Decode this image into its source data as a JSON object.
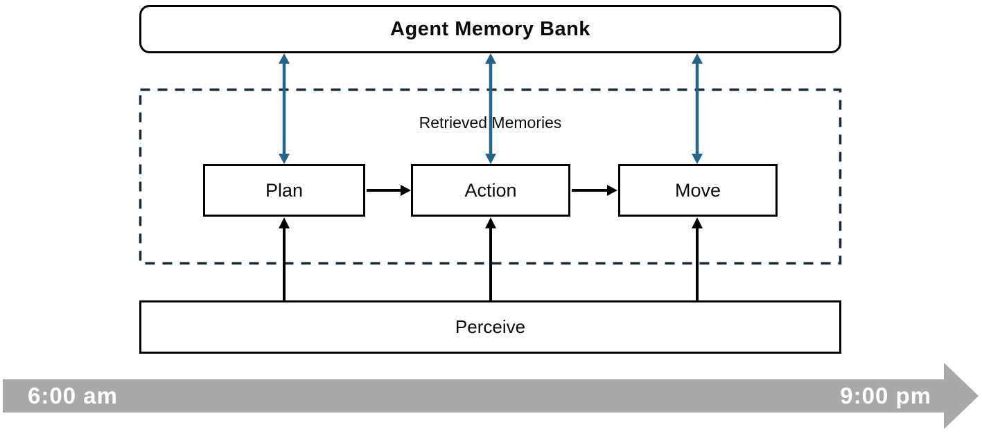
{
  "diagram": {
    "title_box": {
      "label": "Agent Memory Bank"
    },
    "retrieved_memories_label": "Retrieved Memories",
    "process_boxes": [
      {
        "label": "Plan"
      },
      {
        "label": "Action"
      },
      {
        "label": "Move"
      }
    ],
    "perceive_box": {
      "label": "Perceive"
    },
    "timeline": {
      "start_label": "6:00 am",
      "end_label": "9:00 pm"
    },
    "colors": {
      "box_border": "#000000",
      "memory_arrow_blue": "#21658C",
      "dashed_border_navy": "#17293A",
      "timeline_gray": "#A9A9A9",
      "timeline_text": "#FFFFFF"
    }
  }
}
